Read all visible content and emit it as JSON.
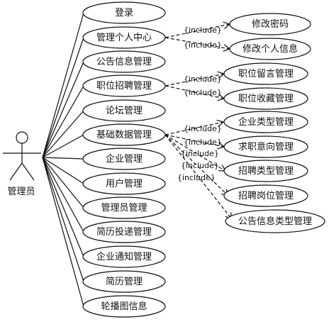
{
  "actor": {
    "label": "管理员",
    "icon": "stick-figure-icon"
  },
  "use_cases": [
    "登录",
    "管理个人中心",
    "公告信息管理",
    "职位招聘管理",
    "论坛管理",
    "基础数据管理",
    "企业管理",
    "用户管理",
    "管理员管理",
    "简历投递管理",
    "企业通知管理",
    "简历管理",
    "轮播图信息"
  ],
  "include_groups": [
    {
      "source": "管理个人中心",
      "targets": [
        "修改密码",
        "修改个人信息"
      ]
    },
    {
      "source": "职位招聘管理",
      "targets": [
        "职位留言管理",
        "职位收藏管理"
      ]
    },
    {
      "source": "基础数据管理",
      "targets": [
        "企业类型管理",
        "求职意向管理",
        "招聘类型管理",
        "招聘岗位管理",
        "公告信息类型管理"
      ]
    }
  ],
  "include_label": "{include}",
  "include_labels_all": [
    "{include}",
    "{include}",
    "{include}",
    "{include}",
    "{include}",
    "{include}",
    "{include}",
    "{include}",
    "{include}"
  ]
}
